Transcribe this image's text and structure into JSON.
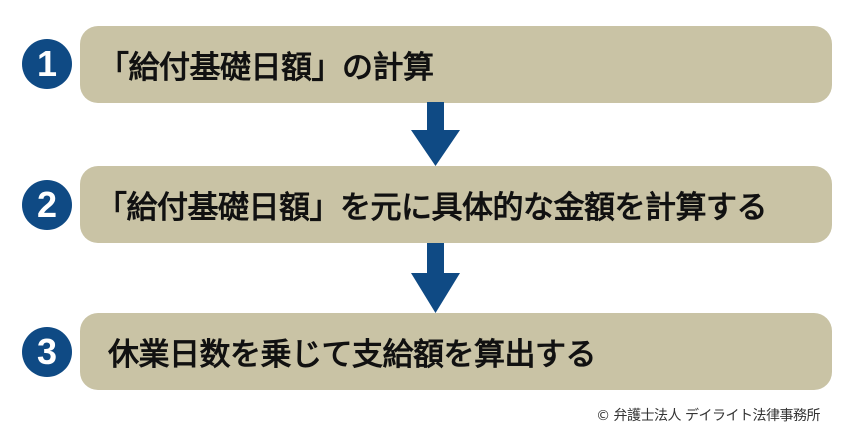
{
  "colors": {
    "step_box": "#c9c3a5",
    "badge": "#0f4a84",
    "arrow": "#0f4a84",
    "text": "#111111"
  },
  "steps": [
    {
      "number": "1",
      "label": "「給付基礎日額」の計算"
    },
    {
      "number": "2",
      "label": "「給付基礎日額」を元に具体的な金額を計算する"
    },
    {
      "number": "3",
      "label": "休業日数を乗じて支給額を算出する"
    }
  ],
  "arrows": [
    {
      "icon": "arrow-down-icon"
    },
    {
      "icon": "arrow-down-icon"
    }
  ],
  "footer": {
    "copyright": "© 弁護士法人 デイライト法律事務所"
  }
}
